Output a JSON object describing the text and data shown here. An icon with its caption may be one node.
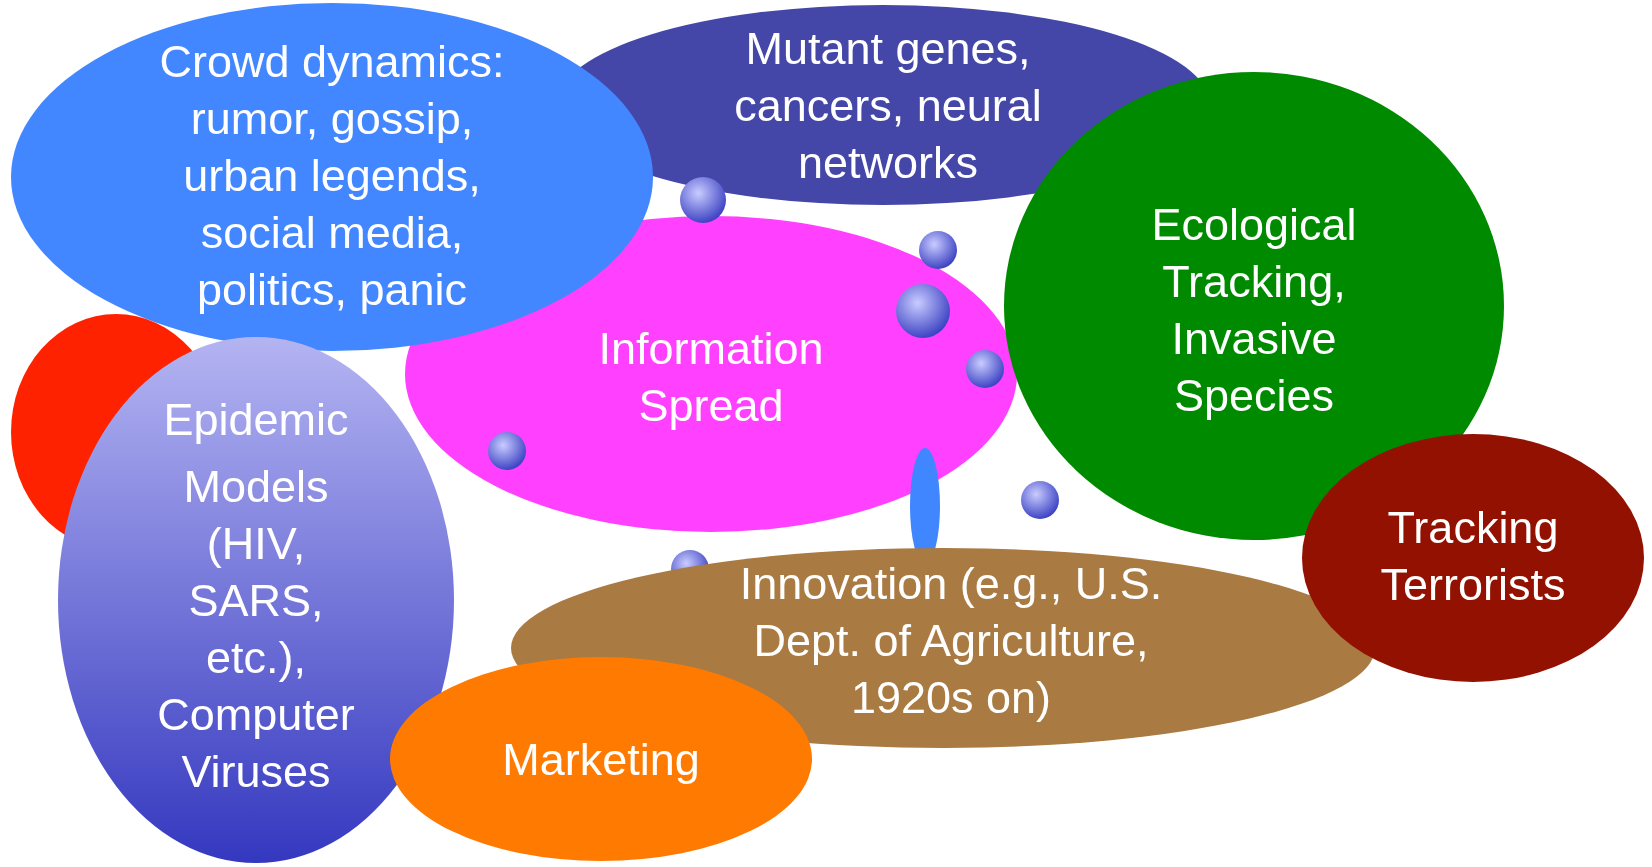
{
  "diagram": {
    "nodes": [
      {
        "text": [
          "Crowd dynamics: rumor, gossip, urban legends, social media, politics, panic"
        ]
      },
      {
        "text": [
          "Mutant genes, cancers, neural networks"
        ]
      },
      {
        "text": [
          "Ecological Tracking, Invasive Species"
        ]
      },
      {
        "text": [],
        "shape": "ellipse"
      },
      {
        "text": [
          "Information Spread"
        ]
      },
      {
        "text": [
          "Epidemic",
          "Models (HIV, SARS, etc.), Computer Viruses"
        ]
      },
      {
        "text": [],
        "shape": "ellipse"
      },
      {
        "text": [
          "Tracking Terrorists"
        ]
      },
      {
        "text": [
          "Innovation (e.g., U.S. Dept. of Agriculture, 1920s on)"
        ]
      },
      {
        "text": [
          "Marketing"
        ]
      }
    ]
  }
}
